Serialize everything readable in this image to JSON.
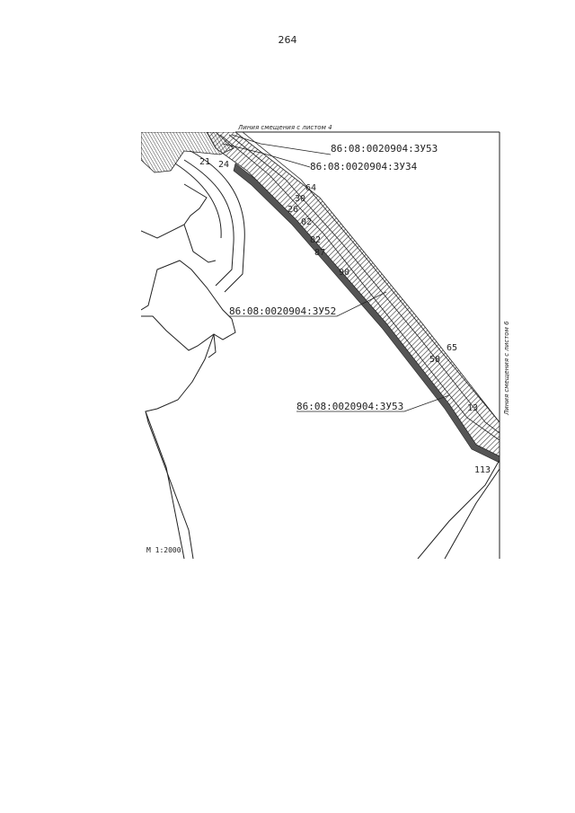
{
  "page": {
    "number": "264"
  },
  "map": {
    "top_sheet_line": "Линия смещения с листом 4",
    "right_sheet_line": "Линия смещения с листом 6",
    "scale": "М 1:2000",
    "parcels": {
      "p_3u53_top": "86:08:0020904:3У53",
      "p_3u34": "86:08:0020904:3У34",
      "p_3u52": "86:08:0020904:3У52",
      "p_3u53_bottom": "86:08:0020904:3У53"
    },
    "points": {
      "pt_21": "21",
      "pt_24": "24",
      "pt_64": "64",
      "pt_30": "30",
      "pt_26": "26",
      "pt_02": "02",
      "pt_82": "82",
      "pt_87": "87",
      "pt_90": "90",
      "pt_65": "65",
      "pt_58": "58",
      "pt_13": "13",
      "pt_113": "113"
    }
  }
}
